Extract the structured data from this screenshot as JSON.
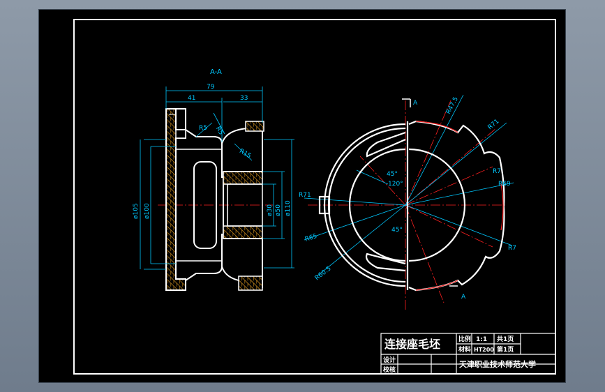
{
  "drawing": {
    "section_label": "A-A",
    "section_marks": [
      "A",
      "A"
    ],
    "left_view": {
      "dims": {
        "overall_width": "79",
        "left_width": "41",
        "right_width": "33",
        "r_top": "R5",
        "r_top2": "R5",
        "r_fillet": "R15",
        "dia_105": "ø105",
        "dia_100": "ø100",
        "dia_30": "ø30",
        "dia_50": "ø50",
        "dia_110": "ø110"
      }
    },
    "right_view": {
      "dims": {
        "r475": "R47.5",
        "r71_top": "R71",
        "r7_a": "R7",
        "r69": "R69",
        "r7_b": "R7",
        "r71_left": "R71",
        "r65": "R65",
        "r605": "R60.5",
        "ang45_top": "45°",
        "ang120": "120°",
        "ang45_bot": "45°"
      }
    }
  },
  "title_block": {
    "part_name": "连接座毛坯",
    "scale_label": "比例",
    "scale_value": "1:1",
    "sheets_total": "共1页",
    "material_label": "材料",
    "material_value": "HT200",
    "sheet_no": "第1页",
    "designer_label": "设计",
    "checker_label": "校核",
    "institution": "天津职业技术师范大学"
  },
  "colors": {
    "background": "#000000",
    "outline": "#ffffff",
    "dimension": "#00c8ff",
    "centerline": "#ff2020",
    "hatch": "#e8a020",
    "hidden": "#ffe000"
  }
}
